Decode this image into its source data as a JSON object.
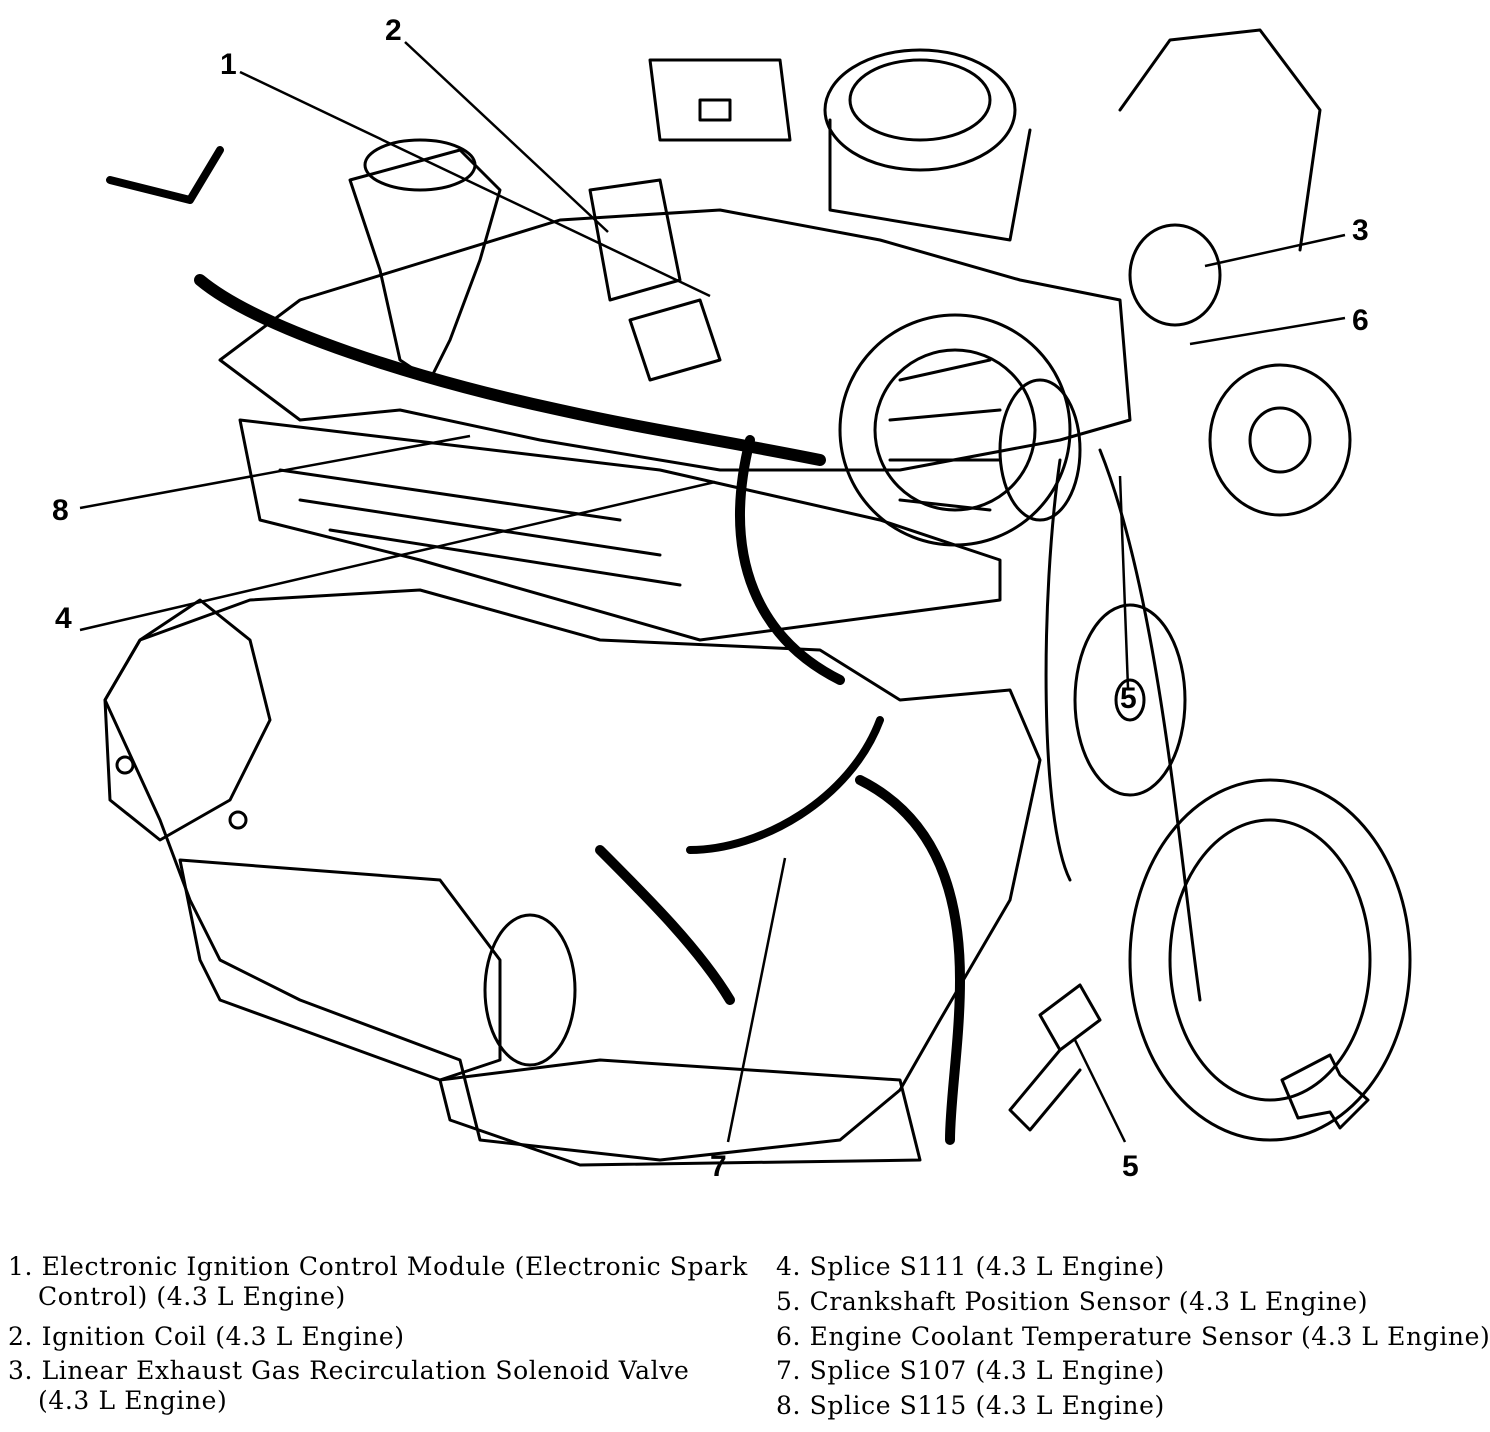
{
  "callouts": [
    {
      "n": "1"
    },
    {
      "n": "2"
    },
    {
      "n": "3"
    },
    {
      "n": "4"
    },
    {
      "n": "5"
    },
    {
      "n": "5"
    },
    {
      "n": "6"
    },
    {
      "n": "7"
    },
    {
      "n": "8"
    }
  ],
  "legend": [
    {
      "num": "1.",
      "line1": "Electronic Ignition Control Module (Electronic Spark",
      "line2": "Control) (4.3 L Engine)"
    },
    {
      "num": "2.",
      "line1": "Ignition Coil (4.3 L Engine)"
    },
    {
      "num": "3.",
      "line1": "Linear Exhaust Gas Recirculation Solenoid Valve",
      "line2": "(4.3 L Engine)"
    },
    {
      "num": "4.",
      "line1": "Splice S111 (4.3 L Engine)"
    },
    {
      "num": "5.",
      "line1": "Crankshaft Position Sensor (4.3 L Engine)"
    },
    {
      "num": "6.",
      "line1": "Engine Coolant Temperature Sensor (4.3 L Engine)"
    },
    {
      "num": "7.",
      "line1": "Splice S107 (4.3 L Engine)"
    },
    {
      "num": "8.",
      "line1": "Splice S115 (4.3 L Engine)"
    }
  ]
}
